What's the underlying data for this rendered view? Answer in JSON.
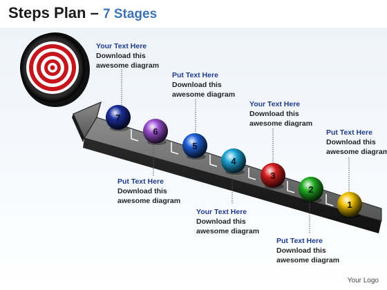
{
  "title": {
    "main": "Steps Plan",
    "dash": "–",
    "sub": "7 Stages"
  },
  "stages": [
    {
      "number": "1",
      "color": "#f2c200",
      "head": "Put Text Here",
      "body1": "Download this",
      "body2": "awesome diagram"
    },
    {
      "number": "2",
      "color": "#22b022",
      "head": "Put Text Here",
      "body1": "Download this",
      "body2": "awesome diagram"
    },
    {
      "number": "3",
      "color": "#d61f1f",
      "head": "Your Text Here",
      "body1": "Download this",
      "body2": "awesome diagram"
    },
    {
      "number": "4",
      "color": "#1ea6d8",
      "head": "Your Text Here",
      "body1": "Download this",
      "body2": "awesome diagram"
    },
    {
      "number": "5",
      "color": "#1f5fd6",
      "head": "Put Text Here",
      "body1": "Download this",
      "body2": "awesome diagram"
    },
    {
      "number": "6",
      "color": "#9b4fd1",
      "head": "Put Text Here",
      "body1": "Download this",
      "body2": "awesome diagram"
    },
    {
      "number": "7",
      "color": "#1c2f9e",
      "head": "Your Text Here",
      "body1": "Download this",
      "body2": "awesome diagram"
    }
  ],
  "target": {
    "icon": "target-icon"
  },
  "logo": "Your Logo"
}
